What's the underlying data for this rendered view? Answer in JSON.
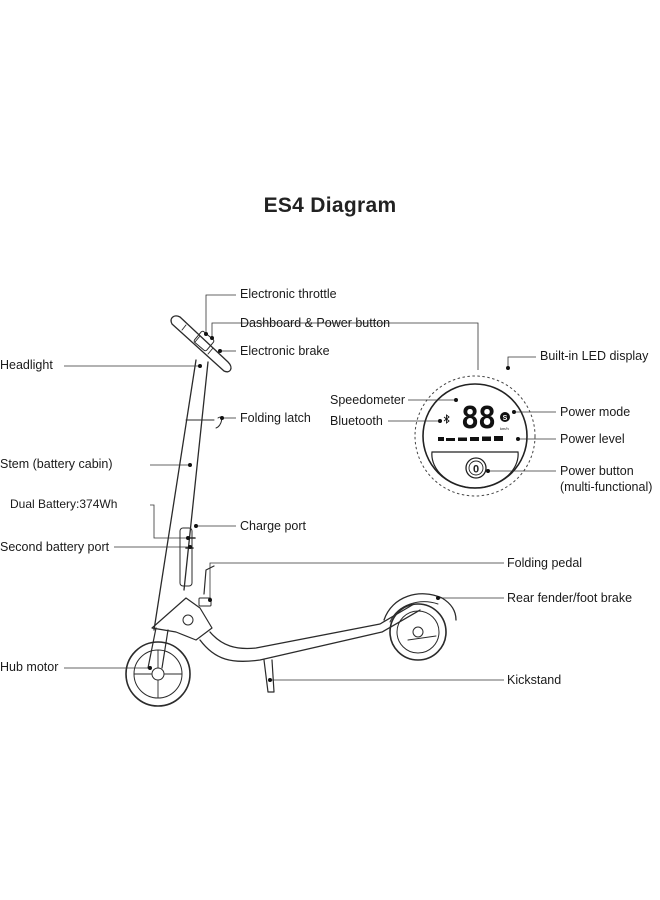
{
  "title": "ES4 Diagram",
  "labels": {
    "electronic_throttle": "Electronic throttle",
    "dashboard_power_button": "Dashboard & Power button",
    "electronic_brake": "Electronic brake",
    "headlight": "Headlight",
    "folding_latch": "Folding latch",
    "stem": "Stem (battery cabin)",
    "dual_battery": "Dual Battery:374Wh",
    "charge_port": "Charge port",
    "second_battery_port": "Second battery port",
    "folding_pedal": "Folding pedal",
    "rear_fender": "Rear fender/foot brake",
    "hub_motor": "Hub motor",
    "kickstand": "Kickstand",
    "builtin_led": "Built-in LED display",
    "speedometer": "Speedometer",
    "bluetooth": "Bluetooth",
    "power_mode": "Power mode",
    "power_level": "Power level",
    "power_button": "Power button",
    "power_button_sub": "(multi-functional)"
  },
  "display": {
    "digits": "88",
    "unit": "km/h",
    "mode_symbol": "S",
    "power_button_symbol": "0"
  }
}
